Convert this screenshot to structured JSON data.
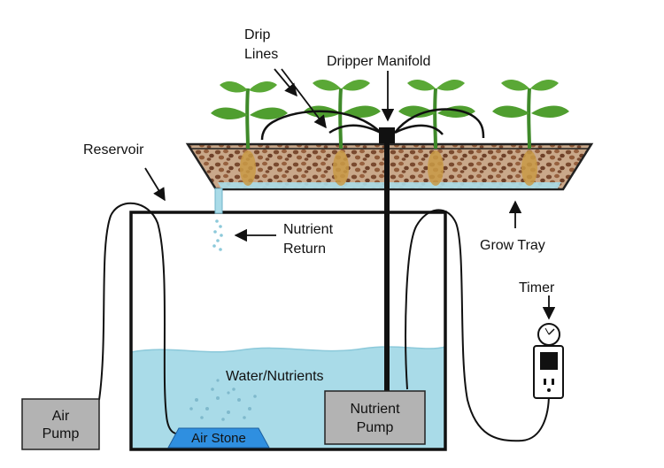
{
  "labels": {
    "drip_lines_1": "Drip",
    "drip_lines_2": "Lines",
    "dripper_manifold": "Dripper Manifold",
    "reservoir": "Reservoir",
    "nutrient_return_1": "Nutrient",
    "nutrient_return_2": "Return",
    "grow_tray": "Grow Tray",
    "timer": "Timer",
    "water_nutrients": "Water/Nutrients",
    "air_pump_1": "Air",
    "air_pump_2": "Pump",
    "nutrient_pump_1": "Nutrient",
    "nutrient_pump_2": "Pump",
    "air_stone": "Air Stone"
  },
  "colors": {
    "water": "#a9dbe8",
    "water_edge": "#8cc9da",
    "leaf": "#4f9e2f",
    "leaf_dark": "#3d7f22",
    "stem": "#3f8a2a",
    "media": "#8b5a3c",
    "pump_box": "#b3b3b3",
    "air_stone": "#2f8fe0"
  }
}
